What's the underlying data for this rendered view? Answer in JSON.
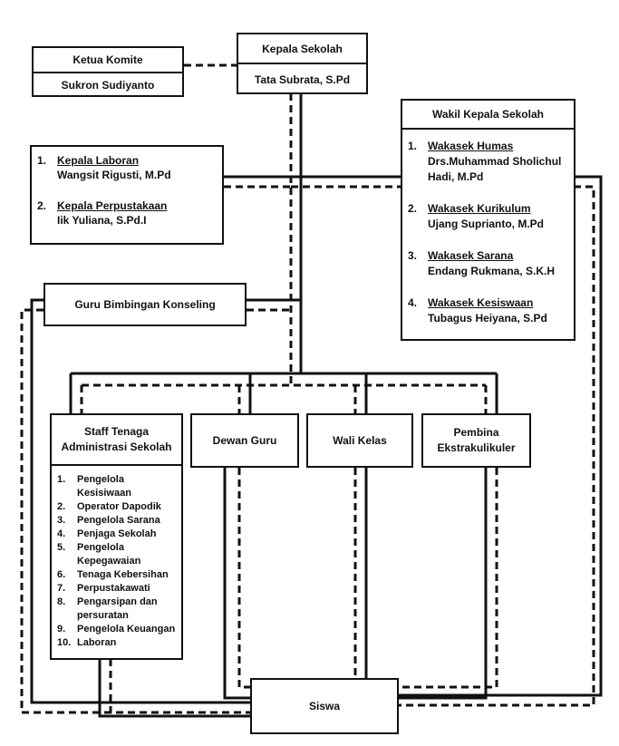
{
  "kepala": {
    "title": "Kepala Sekolah",
    "name": "Tata Subrata, S.Pd"
  },
  "komite": {
    "title": "Ketua Komite",
    "name": "Sukron Sudiyanto"
  },
  "laboran_box": {
    "items": [
      {
        "num": "1.",
        "title": "Kepala Laboran",
        "name": "Wangsit Rigusti, M.Pd"
      },
      {
        "num": "2.",
        "title": "Kepala Perpustakaan",
        "name": "Iik Yuliana, S.Pd.I"
      }
    ]
  },
  "wakil": {
    "title": "Wakil Kepala Sekolah",
    "items": [
      {
        "num": "1.",
        "title": "Wakasek Humas",
        "name": "Drs.Muhammad Sholichul Hadi, M.Pd"
      },
      {
        "num": "2.",
        "title": "Wakasek Kurikulum",
        "name": "Ujang Suprianto, M.Pd"
      },
      {
        "num": "3.",
        "title": "Wakasek Sarana",
        "name": "Endang Rukmana, S.K.H"
      },
      {
        "num": "4.",
        "title": "Wakasek Kesiswaan",
        "name": "Tubagus Heiyana, S.Pd"
      }
    ]
  },
  "bk": {
    "label": "Guru Bimbingan Konseling"
  },
  "staff": {
    "title": "Staff Tenaga Administrasi Sekolah",
    "items": [
      {
        "num": "1.",
        "text": "Pengelola Kesisiwaan"
      },
      {
        "num": "2.",
        "text": "Operator Dapodik"
      },
      {
        "num": "3.",
        "text": "Pengelola Sarana"
      },
      {
        "num": "4.",
        "text": "Penjaga Sekolah"
      },
      {
        "num": "5.",
        "text": "Pengelola Kepegawaian"
      },
      {
        "num": "6.",
        "text": "Tenaga Kebersihan"
      },
      {
        "num": "7.",
        "text": "Perpustakawati"
      },
      {
        "num": "8.",
        "text": "Pengarsipan dan persuratan"
      },
      {
        "num": "9.",
        "text": "Pengelola Keuangan"
      },
      {
        "num": "10.",
        "text": "Laboran"
      }
    ]
  },
  "dewan": {
    "label": "Dewan Guru"
  },
  "wali": {
    "label": "Wali Kelas"
  },
  "pembina": {
    "label": "Pembina Ekstrakulikuler"
  },
  "siswa": {
    "label": "Siswa"
  }
}
